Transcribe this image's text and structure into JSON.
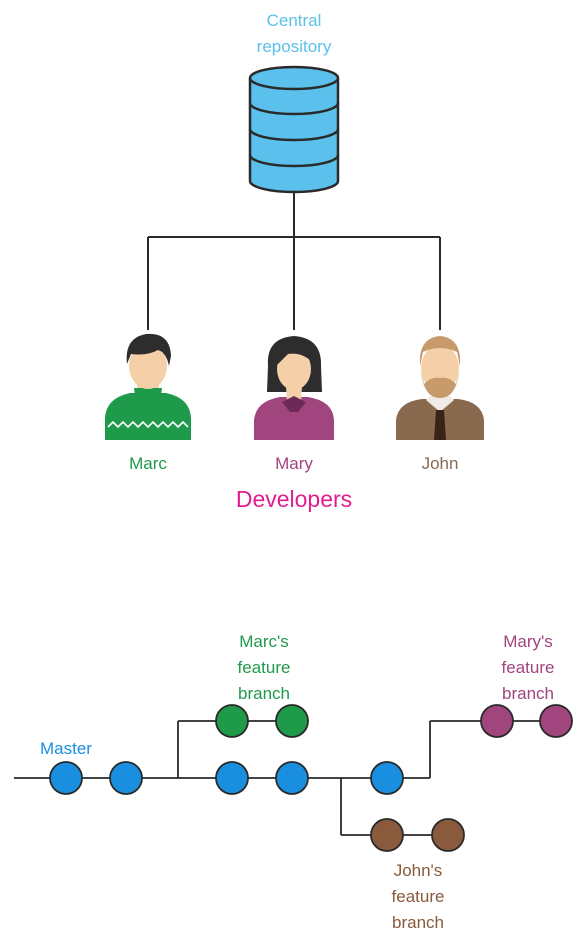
{
  "repository": {
    "label_line1": "Central",
    "label_line2": "repository",
    "color": "#5bc0eb"
  },
  "developers": {
    "title": "Developers",
    "title_color": "#e01e90",
    "people": [
      {
        "name": "Marc",
        "color": "#1f9a4b"
      },
      {
        "name": "Mary",
        "color": "#a0457e"
      },
      {
        "name": "John",
        "color": "#8a6a4f"
      }
    ]
  },
  "branches": {
    "master": {
      "label": "Master",
      "color": "#1a8fe0"
    },
    "marc_feature": {
      "line1": "Marc's",
      "line2": "feature",
      "line3": "branch",
      "color": "#1f9a4b"
    },
    "mary_feature": {
      "line1": "Mary's",
      "line2": "feature",
      "line3": "branch",
      "color": "#a0457e"
    },
    "john_feature": {
      "line1": "John's",
      "line2": "feature",
      "line3": "branch",
      "color": "#8a5a3c"
    }
  }
}
